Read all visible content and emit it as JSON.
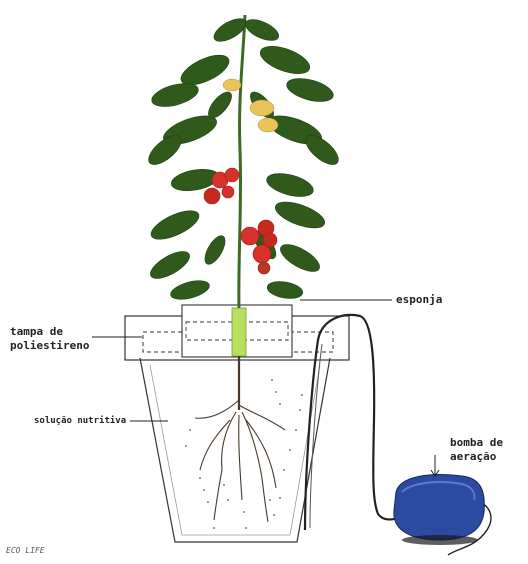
{
  "labels": {
    "lid_line1": "tampa de",
    "lid_line2": "poliestireno",
    "sponge": "esponja",
    "solution": "solução nutritiva",
    "pump_line1": "bomba de",
    "pump_line2": "aeração",
    "credit": "ECO LIFE"
  },
  "colors": {
    "leaf": "#2f5a1c",
    "leaf_dark": "#1f3f12",
    "stem": "#3c6b24",
    "sponge_stem": "#b8e060",
    "fruit": "#d8302a",
    "fruit_dark": "#a01c16",
    "flower": "#e8c45a",
    "pot": "#333333",
    "roots": "#4a3a2a",
    "pump": "#2b4aa0",
    "hose": "#222222"
  }
}
